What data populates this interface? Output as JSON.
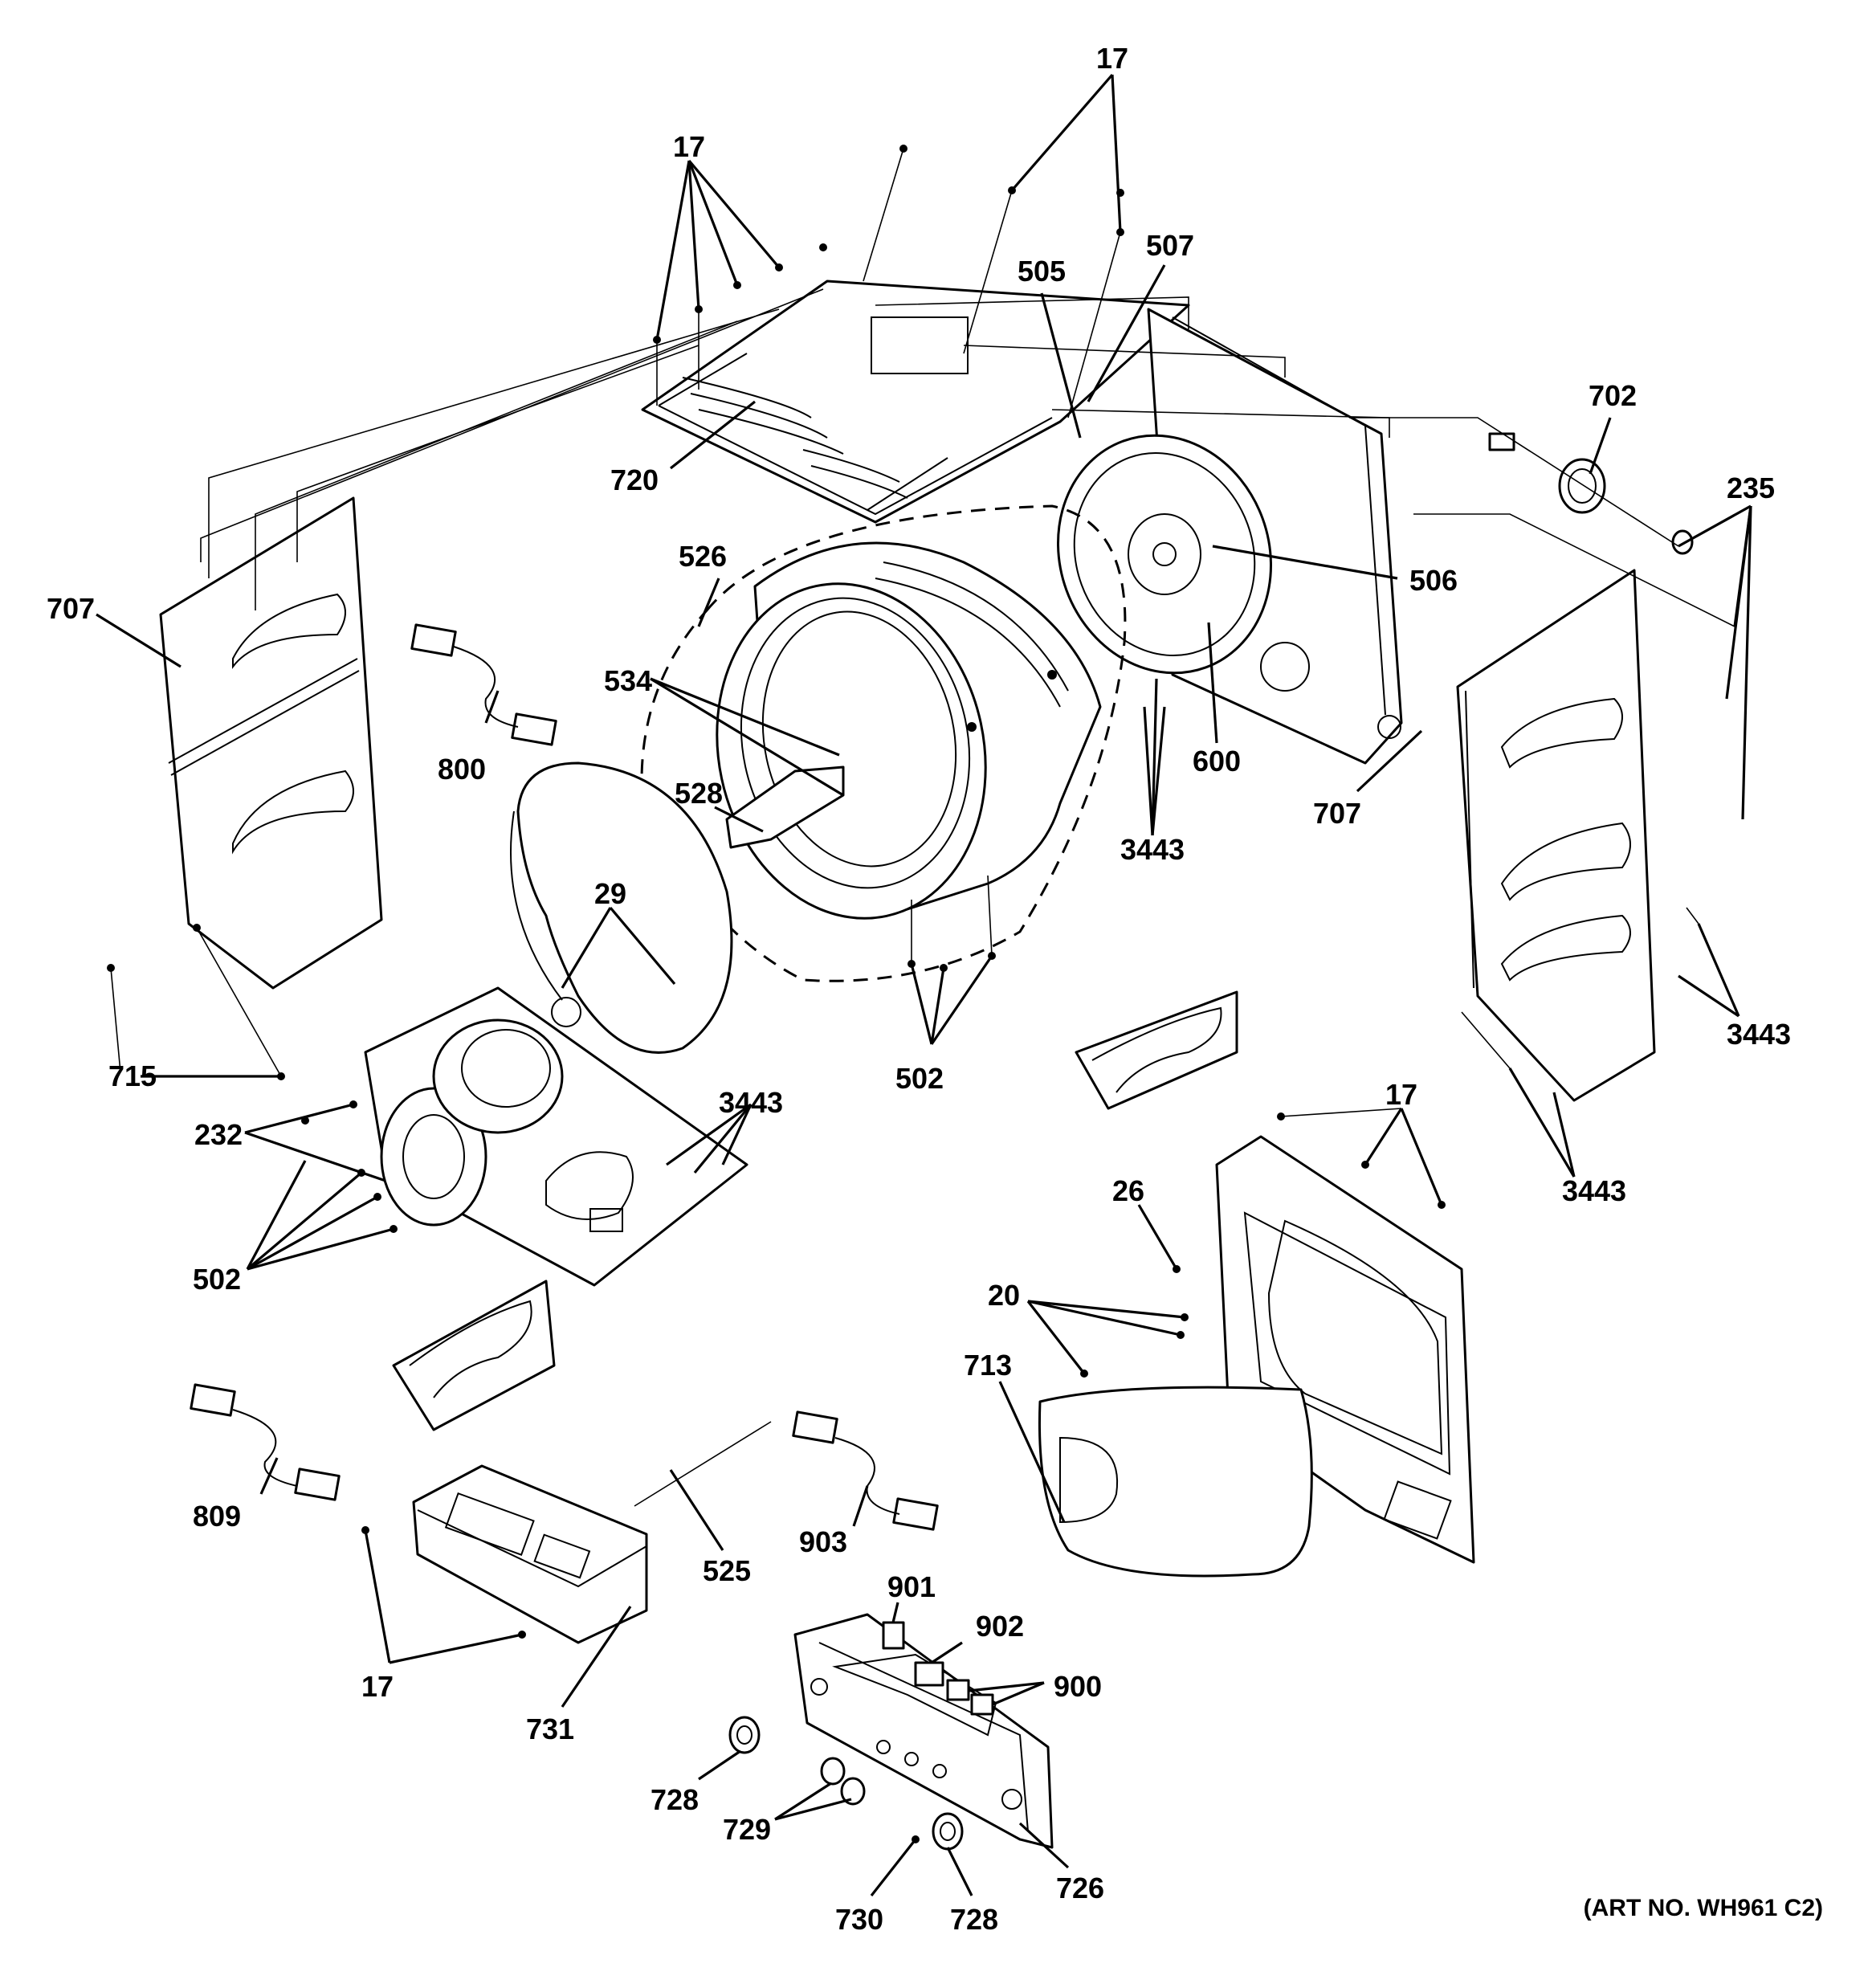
{
  "callouts": {
    "c17_top": "17",
    "c17_left": "17",
    "c505": "505",
    "c507": "507",
    "c702": "702",
    "c235": "235",
    "c720": "720",
    "c707_left": "707",
    "c526": "526",
    "c506": "506",
    "c534": "534",
    "c800": "800",
    "c600": "600",
    "c707_right": "707",
    "c528": "528",
    "c3443_center": "3443",
    "c29": "29",
    "c3443_right": "3443",
    "c715": "715",
    "c502_center": "502",
    "c17_door": "17",
    "c232": "232",
    "c3443_base": "3443",
    "c26": "26",
    "c3443_lower_right": "3443",
    "c502_left": "502",
    "c20": "20",
    "c713": "713",
    "c809": "809",
    "c903": "903",
    "c525": "525",
    "c901": "901",
    "c902": "902",
    "c17_bottom": "17",
    "c900": "900",
    "c731": "731",
    "c728_left": "728",
    "c729": "729",
    "c726": "726",
    "c730": "730",
    "c728_bottom": "728"
  },
  "art_number": "(ART NO. WH961 C2)"
}
